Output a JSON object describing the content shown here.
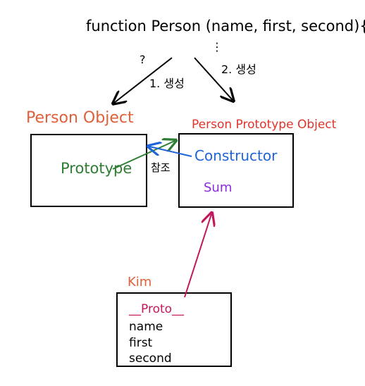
{
  "header": {
    "function_signature": "function Person (name, first, second){",
    "continuation": "⋮"
  },
  "arrows": {
    "left_label": "1. 생성",
    "right_label": "2. 생성",
    "left_mark": "?",
    "reference_label": "참조"
  },
  "boxes": {
    "person_object": {
      "title": "Person Object",
      "prototype_label": "Prototype"
    },
    "prototype_object": {
      "title": "Person Prototype Object",
      "constructor_label": "Constructor",
      "method_label": "Sum"
    },
    "kim": {
      "title": "Kim",
      "proto_label": "__Proto__",
      "fields": [
        "name",
        "first",
        "second"
      ]
    }
  },
  "colors": {
    "ink": "#000000",
    "person_title": "#e0603a",
    "prototype_title": "#e0342a",
    "prototype_text": "#2e7d32",
    "constructor_text": "#1e64d8",
    "sum_text": "#8a2be2",
    "kim_title": "#e0603a",
    "proto_text": "#c2185b",
    "proto_arrow": "#c2185b"
  }
}
